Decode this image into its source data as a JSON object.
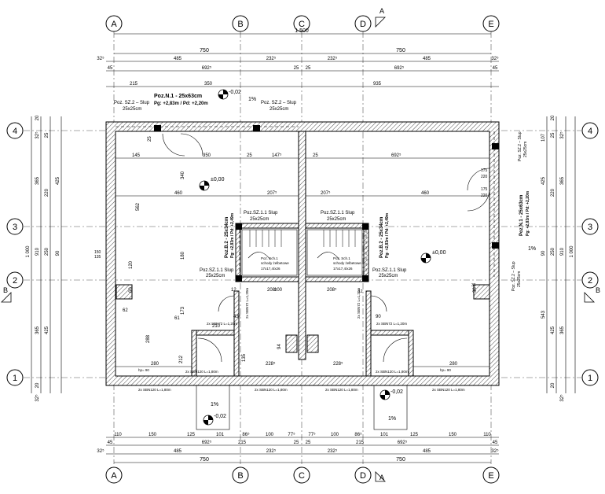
{
  "axes_top": [
    "A",
    "B",
    "C",
    "D",
    "E"
  ],
  "axes_side": [
    "4",
    "3",
    "2",
    "1"
  ],
  "section_marks": [
    "A",
    "B"
  ],
  "dims_top": {
    "total": "1 500",
    "half_left": "750",
    "half_right": "750",
    "row3": [
      "32⁵",
      "485",
      "232⁵",
      "232⁵",
      "485",
      "32⁵"
    ],
    "row4": [
      "45",
      "692⁵",
      "25",
      "25",
      "692⁵",
      "45"
    ],
    "row5": [
      "215",
      "350",
      "935"
    ]
  },
  "dims_bottom": {
    "row1": [
      "110",
      "150",
      "125",
      "101",
      "86⁵",
      "100",
      "77⁵",
      "77⁵",
      "100",
      "86⁵",
      "101",
      "125",
      "150",
      "110"
    ],
    "row2": [
      "45",
      "692⁵",
      "215",
      "25",
      "25",
      "215",
      "692⁵",
      "45"
    ],
    "row3": [
      "32⁵",
      "485",
      "232⁵",
      "232⁵",
      "485",
      "32⁵"
    ],
    "row4": [
      "750",
      "750"
    ]
  },
  "dims_left": [
    "20",
    "32⁵",
    "25",
    "365",
    "220",
    "425",
    "1 000",
    "910",
    "250",
    "90",
    "365",
    "425",
    "20",
    "32⁵"
  ],
  "dims_right": [
    "20",
    "32⁵",
    "25",
    "107",
    "220",
    "425",
    "365",
    "1 000",
    "910",
    "250",
    "90",
    "365",
    "425",
    "543",
    "20",
    "32⁵"
  ],
  "interior_dims": [
    "145",
    "350",
    "25",
    "147⁵",
    "25",
    "692⁵",
    "562",
    "340",
    "460",
    "207⁵",
    "207⁵",
    "460",
    "180",
    "173",
    "288",
    "280",
    "228⁵",
    "228⁵",
    "280",
    "210",
    "212",
    "94",
    "120",
    "60",
    "62",
    "61",
    "43⁵",
    "90",
    "135",
    "100",
    "208⁵",
    "208⁵",
    "36",
    "12",
    "25"
  ],
  "levels": [
    "±0,00",
    "±0,00",
    "-0,02",
    "-0,02",
    "-0,02"
  ],
  "slopes": [
    "1%",
    "1%",
    "1%",
    "1%"
  ],
  "beams": [
    {
      "name": "Poz.N.1 - 25x63cm",
      "detail": "Pg: +2,83m / Pd: +2,20m"
    },
    {
      "name": "Poz.B.2 - 25x34cm",
      "detail": "Pg: +2,83m / Pd: +2,49m"
    },
    {
      "name": "Poz.B.2 - 25x34cm",
      "detail": "Pg: +2,83m / Pd: +2,49m"
    },
    {
      "name": "Poz.N.1 - 25x63cm",
      "detail": "Pg: +2,83m / Pd: +2,20m"
    }
  ],
  "columns": [
    {
      "name": "Poz. SZ.2 – Slup",
      "size": "25x25cm"
    },
    {
      "name": "Poz. SZ.2 – Slup",
      "size": "25x25cm"
    },
    {
      "name": "Poz.SZ.1.1 Slup",
      "size": "25x25cm"
    },
    {
      "name": "Poz.SZ.1.1 Slup",
      "size": "25x25cm"
    },
    {
      "name": "Poz.SZ.1.1 Slup",
      "size": "25x25cm"
    },
    {
      "name": "Poz.SZ.1.1 Slup",
      "size": "25x25cm"
    },
    {
      "name": "Poz. SZ.2 – Slup",
      "size": "25x25cm"
    },
    {
      "name": "Poz. SZ.2 – Slup",
      "size": "25x25cm"
    }
  ],
  "stairs": [
    {
      "name": "Poz. Sch.1",
      "type": "schody żelbetowe",
      "steps": "17x17,4/x26"
    },
    {
      "name": "Poz. Sch.1",
      "type": "schody żelbetowe",
      "steps": "17x17,4/x26"
    }
  ],
  "lintels": [
    "2x SBN120 L=1,80m",
    "2x SBN120 L=1,80m",
    "2x SBN120 L=1,80m",
    "2x SBN120 L=1,80m",
    "2x SBN72 L=1,20m",
    "2x SBN72 L=1,20m",
    "2x SBN72 L=1,20m",
    "2x SBN72 L=1,20m",
    "2x SBN120 L=1,80m",
    "2x SBN120 L=1,80m"
  ],
  "sill_height": "hp= 90",
  "extra_labels": [
    "150",
    "135",
    "175",
    "220",
    "175",
    "220",
    "36",
    "12"
  ]
}
